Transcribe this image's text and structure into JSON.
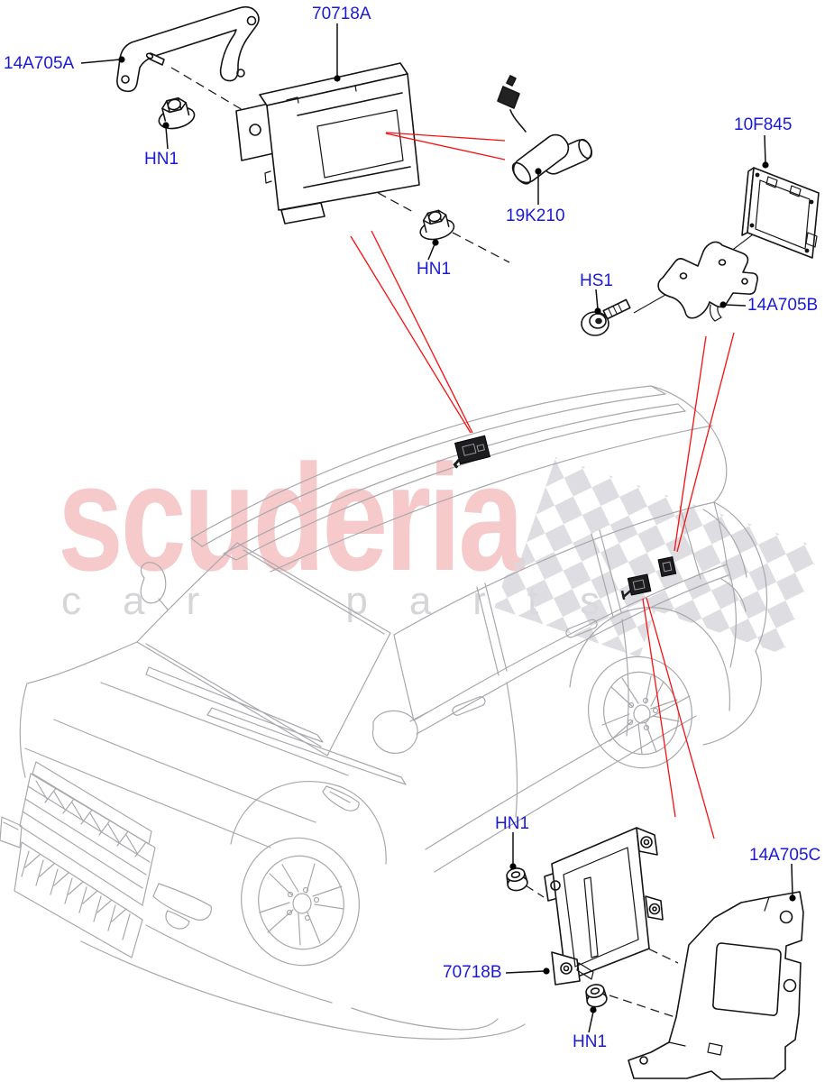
{
  "watermark": {
    "brand": "scuderia",
    "subtitle": "car parts"
  },
  "labels": [
    {
      "id": "14A705A",
      "text": "14A705A"
    },
    {
      "id": "70718A",
      "text": "70718A"
    },
    {
      "id": "HN1-a",
      "text": "HN1"
    },
    {
      "id": "HN1-b",
      "text": "HN1"
    },
    {
      "id": "19K210",
      "text": "19K210"
    },
    {
      "id": "10F845",
      "text": "10F845"
    },
    {
      "id": "HS1",
      "text": "HS1"
    },
    {
      "id": "14A705B",
      "text": "14A705B"
    },
    {
      "id": "HN1-c",
      "text": "HN1"
    },
    {
      "id": "14A705C",
      "text": "14A705C"
    },
    {
      "id": "70718B",
      "text": "70718B"
    },
    {
      "id": "HN1-d",
      "text": "HN1"
    }
  ],
  "colors": {
    "label_blue": "#1a1ad6",
    "locator_red": "#f61010",
    "part_line": "#141417",
    "car_line": "#a8a8ad",
    "watermark_pink": "#f6caca",
    "watermark_gray": "#d6d6d8",
    "checker_gray": "#d9d9de"
  }
}
